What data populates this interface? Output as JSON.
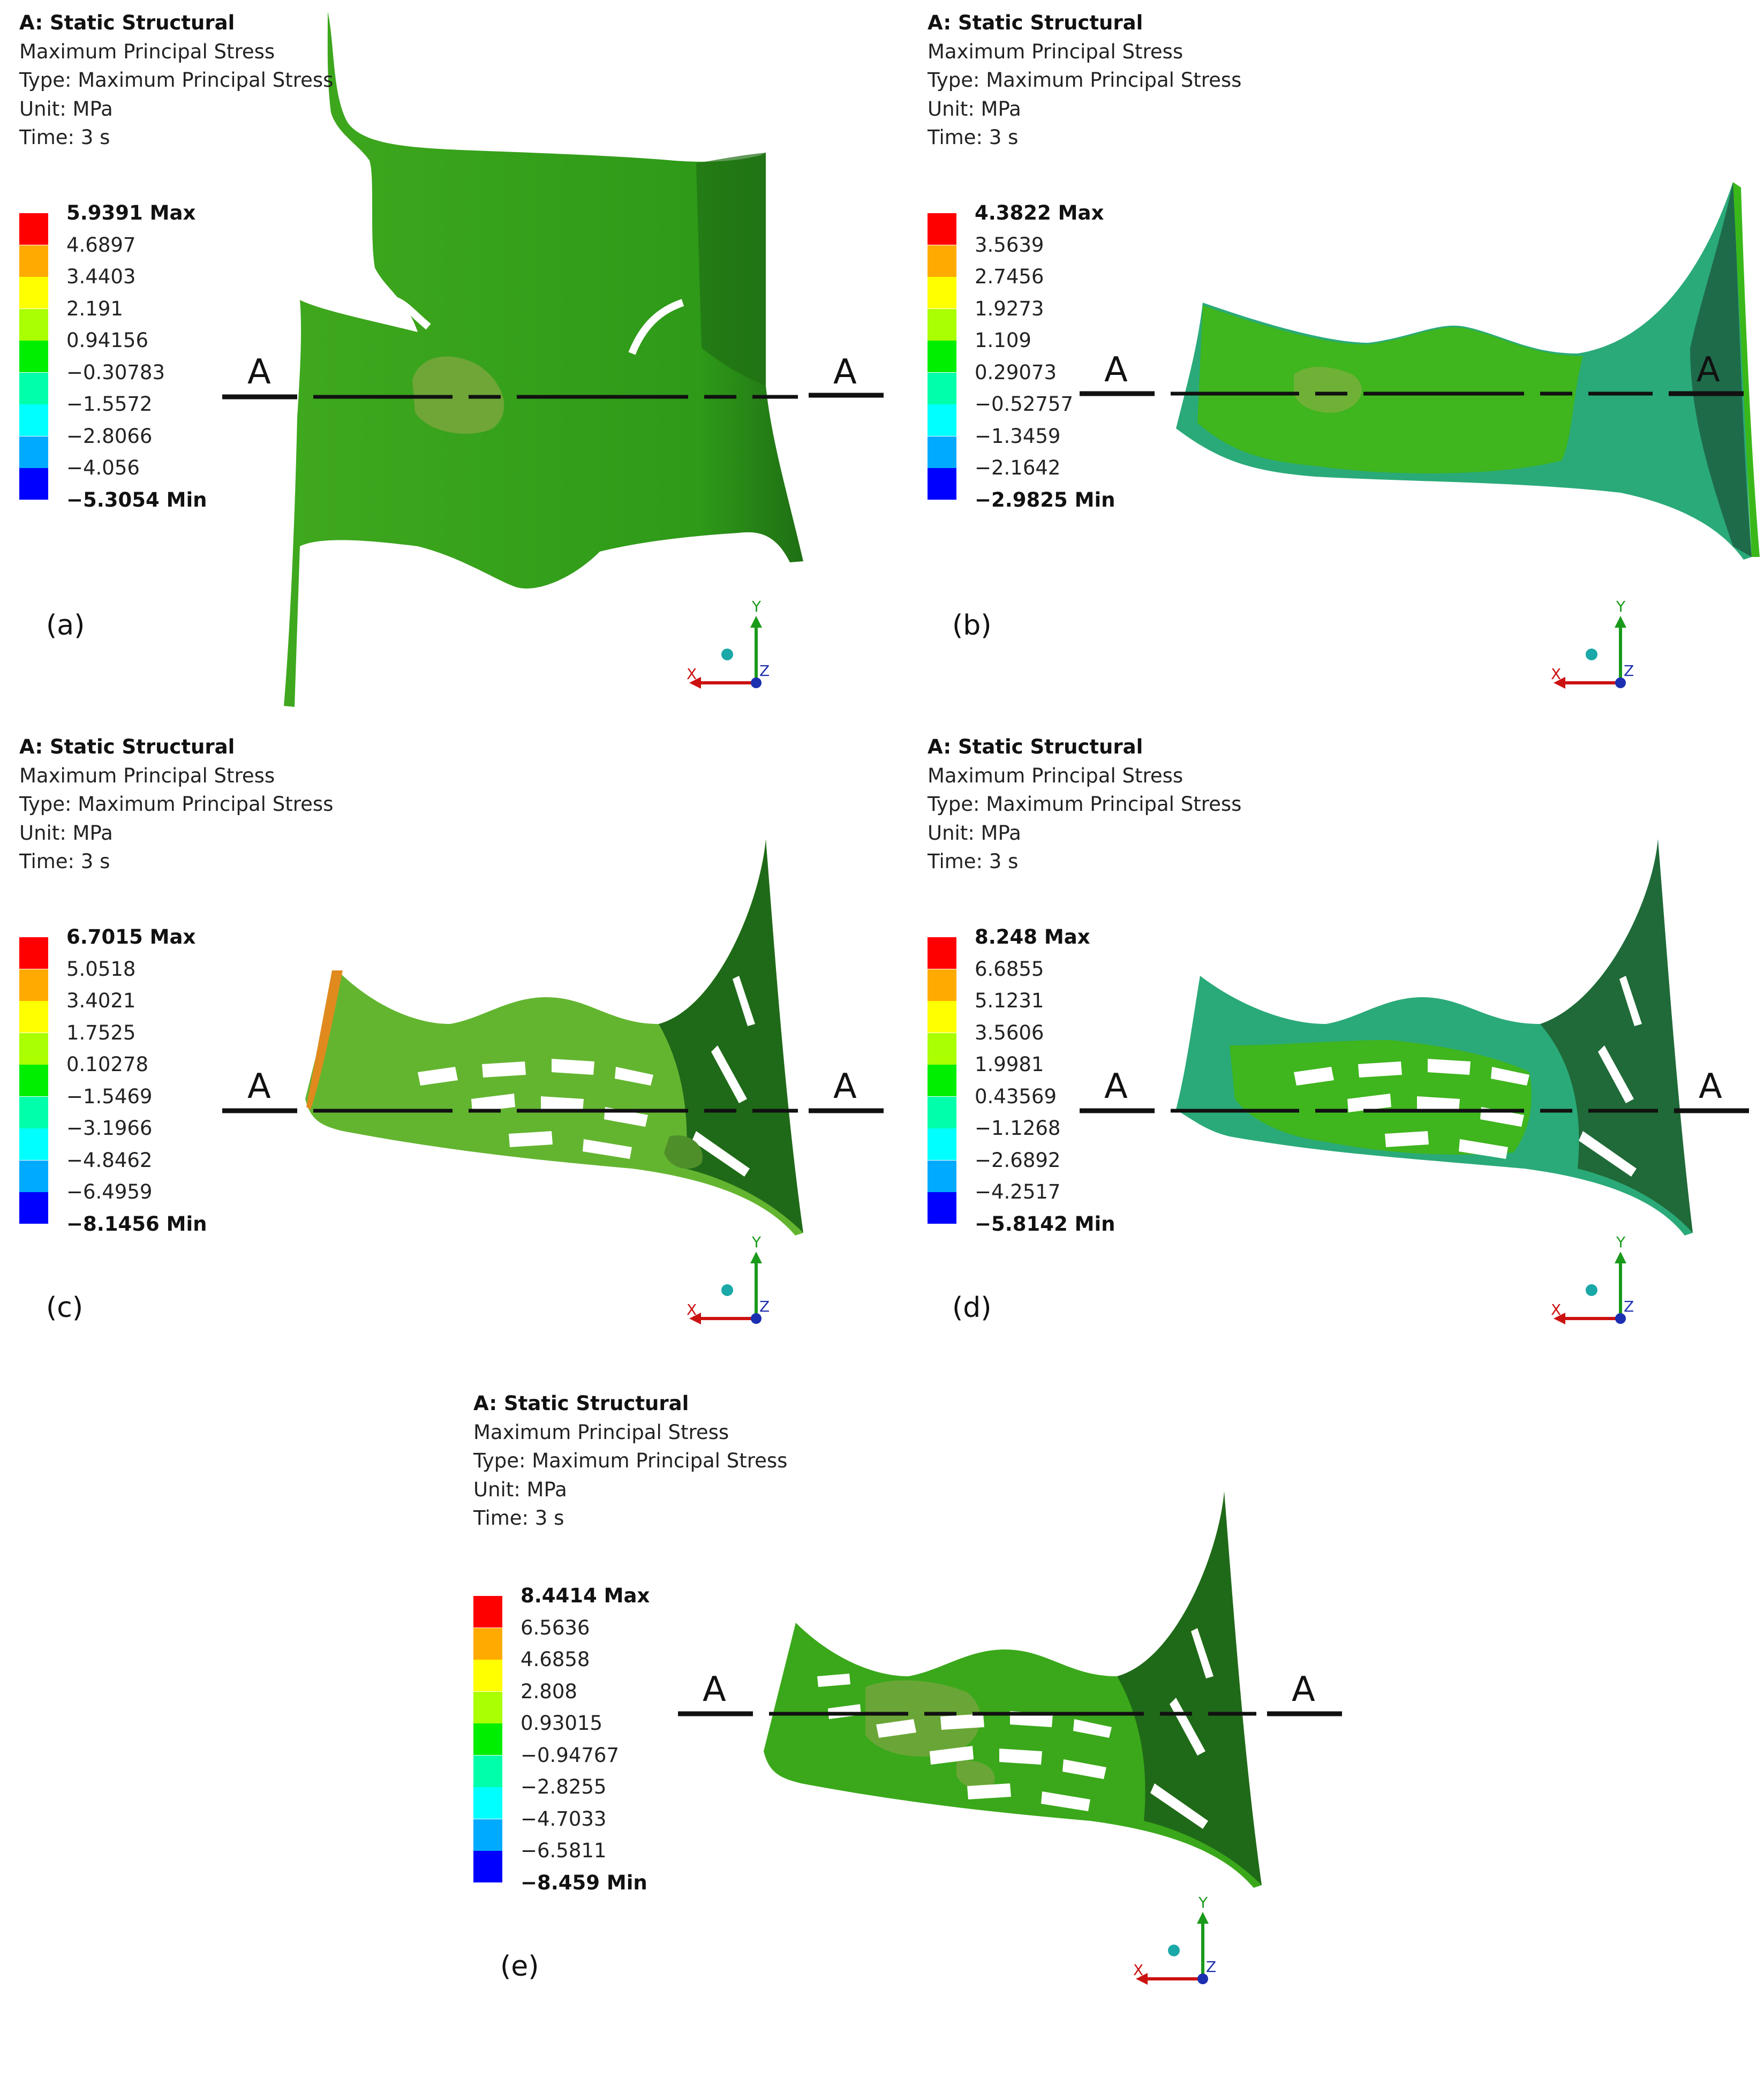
{
  "legend_colors": [
    "#ff0000",
    "#ffaa00",
    "#ffff00",
    "#aaff00",
    "#00ee00",
    "#00ffaa",
    "#00ffff",
    "#00aaff",
    "#0000ff"
  ],
  "panels": [
    {
      "title": "A: Static Structural",
      "lines": [
        "Maximum Principal Stress",
        "Type: Maximum Principal Stress",
        "Unit: MPa",
        "Time: 3 s"
      ],
      "legend": [
        "5.9391 Max",
        "4.6897",
        "3.4403",
        "2.191",
        "0.94156",
        "−0.30783",
        "−1.5572",
        "−2.8066",
        "−4.056",
        "−5.3054 Min"
      ],
      "label": "(a)",
      "section_left": "A",
      "section_right": "A",
      "axes": {
        "x": "X",
        "y": "Y",
        "z": "Z"
      }
    },
    {
      "title": "A: Static Structural",
      "lines": [
        "Maximum Principal Stress",
        "Type: Maximum Principal Stress",
        "Unit: MPa",
        "Time: 3 s"
      ],
      "legend": [
        "4.3822 Max",
        "3.5639",
        "2.7456",
        "1.9273",
        "1.109",
        "0.29073",
        "−0.52757",
        "−1.3459",
        "−2.1642",
        "−2.9825 Min"
      ],
      "label": "(b)",
      "section_left": "A",
      "section_right": "A",
      "axes": {
        "x": "X",
        "y": "Y",
        "z": "Z"
      }
    },
    {
      "title": "A: Static Structural",
      "lines": [
        "Maximum Principal Stress",
        "Type: Maximum Principal Stress",
        "Unit: MPa",
        "Time: 3 s"
      ],
      "legend": [
        "6.7015 Max",
        "5.0518",
        "3.4021",
        "1.7525",
        "0.10278",
        "−1.5469",
        "−3.1966",
        "−4.8462",
        "−6.4959",
        "−8.1456 Min"
      ],
      "label": "(c)",
      "section_left": "A",
      "section_right": "A",
      "axes": {
        "x": "X",
        "y": "Y",
        "z": "Z"
      }
    },
    {
      "title": "A: Static Structural",
      "lines": [
        "Maximum Principal Stress",
        "Type: Maximum Principal Stress",
        "Unit: MPa",
        "Time: 3 s"
      ],
      "legend": [
        "8.248 Max",
        "6.6855",
        "5.1231",
        "3.5606",
        "1.9981",
        "0.43569",
        "−1.1268",
        "−2.6892",
        "−4.2517",
        "−5.8142 Min"
      ],
      "label": "(d)",
      "section_left": "A",
      "section_right": "A",
      "axes": {
        "x": "X",
        "y": "Y",
        "z": "Z"
      }
    },
    {
      "title": "A: Static Structural",
      "lines": [
        "Maximum Principal Stress",
        "Type: Maximum Principal Stress",
        "Unit: MPa",
        "Time: 3 s"
      ],
      "legend": [
        "8.4414 Max",
        "6.5636",
        "4.6858",
        "2.808",
        "0.93015",
        "−0.94767",
        "−2.8255",
        "−4.7033",
        "−6.5811",
        "−8.459 Min"
      ],
      "label": "(e)",
      "section_left": "A",
      "section_right": "A",
      "axes": {
        "x": "X",
        "y": "Y",
        "z": "Z"
      }
    }
  ]
}
